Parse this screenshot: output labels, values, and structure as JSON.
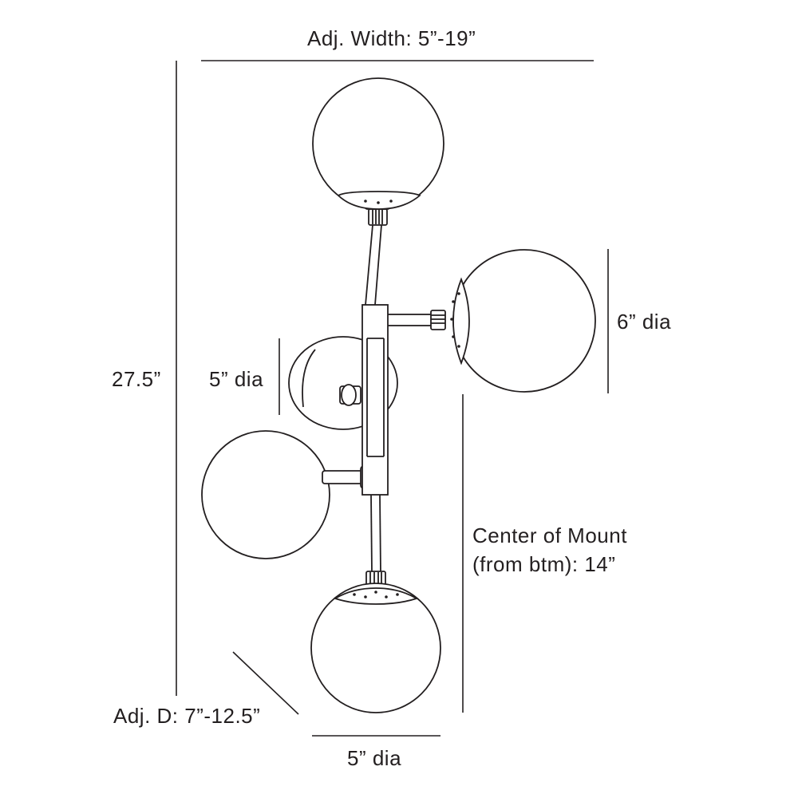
{
  "labels": {
    "adj_width": "Adj. Width: 5”-19”",
    "height": "27.5”",
    "left_globe_dia": "5” dia",
    "right_globe_dia": "6” dia",
    "center_mount_line1": "Center of Mount",
    "center_mount_line2": "(from btm): 14”",
    "adj_depth": "Adj. D: 7”-12.5”",
    "bottom_globe_dia": "5” dia"
  },
  "colors": {
    "line": "#231f20",
    "background": "#ffffff"
  }
}
